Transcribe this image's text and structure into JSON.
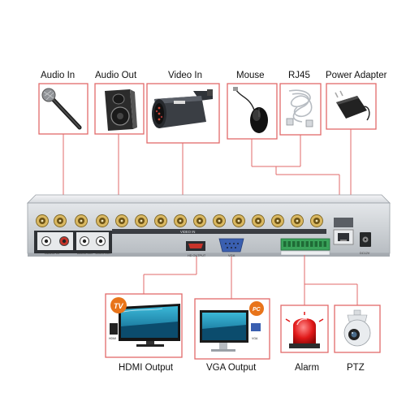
{
  "top_labels": {
    "audio_in": "Audio In",
    "audio_out": "Audio Out",
    "video_in": "Video In",
    "mouse": "Mouse",
    "rj45": "RJ45",
    "power_adapter": "Power Adapter"
  },
  "bottom_labels": {
    "hdmi_output": "HDMI Output",
    "vga_output": "VGA Output",
    "alarm": "Alarm",
    "ptz": "PTZ"
  },
  "panel": {
    "video_in": "VIDEO IN",
    "audio_in": "AUDIO IN",
    "audio_out": "AUDIO OUT",
    "video_out": "VIDEO OUT",
    "hd_output": "HD OUTPUT",
    "vga": "VGA",
    "dc12v": "DC12V"
  },
  "device_text": {
    "tv_badge": "TV",
    "pc_badge": "PC",
    "hdmi": "HDMI",
    "vga": "VGA"
  },
  "colors": {
    "accent_red": "#e26a6a",
    "panel_gray": "#c9cdd1",
    "panel_dark": "#3a3d42",
    "connector_gold": "#c9a24a",
    "terminal_green": "#3aa35a"
  },
  "icons": [
    "microphone-icon",
    "speaker-icon",
    "camera-icon",
    "mouse-icon",
    "cable-icon",
    "power-adapter-icon",
    "tv-icon",
    "monitor-icon",
    "alarm-siren-icon",
    "ptz-camera-icon"
  ]
}
